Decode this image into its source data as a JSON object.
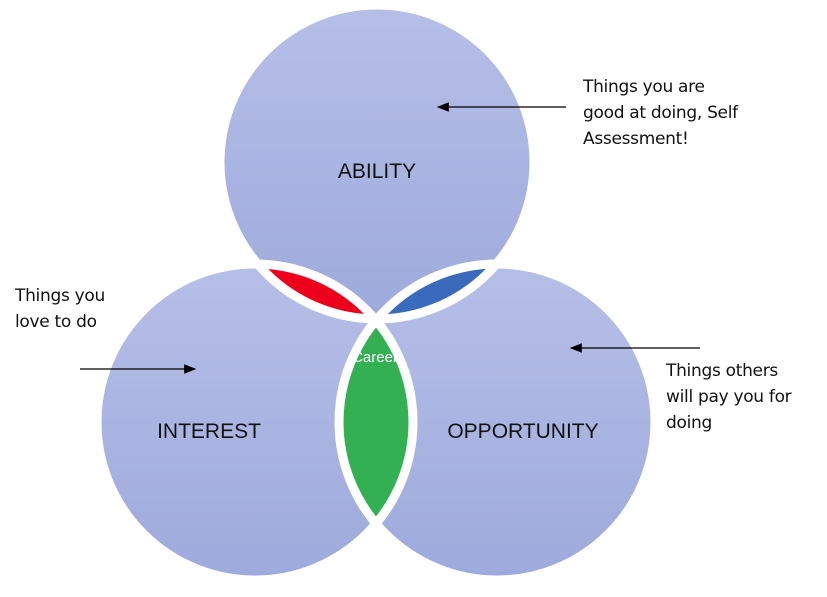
{
  "circles": {
    "ability": "ABILITY",
    "interest": "INTEREST",
    "opportunity": "OPPORTUNITY",
    "center": "Career"
  },
  "notes": {
    "ability": [
      "Things you are",
      "good at doing, Self",
      "Assessment!"
    ],
    "interest": [
      "Things you",
      "love to do"
    ],
    "opportunity": [
      "Things others",
      "will pay you for",
      "doing"
    ]
  },
  "colors": {
    "circle_top": "#b6bfe7",
    "circle_bottom": "#9eaadc",
    "ability_interest": "#ec001c",
    "ability_opportunity": "#3a6abb",
    "interest_opportunity": "#33b152",
    "career": "#6f1f9e"
  }
}
